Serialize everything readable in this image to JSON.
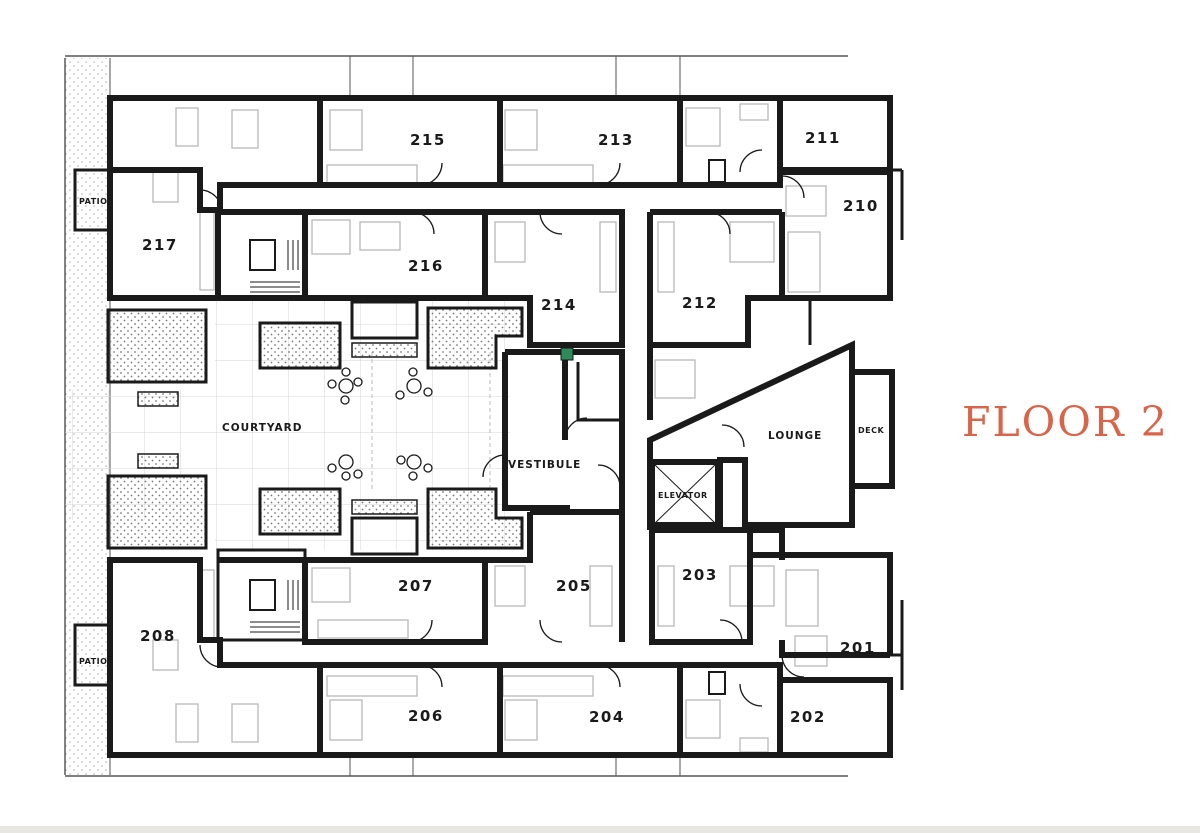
{
  "title": "FLOOR 2",
  "colors": {
    "title": "#d8654a",
    "walls": "#1a1a1a",
    "fixtures": "#b8b8b8"
  },
  "rooms": {
    "r201": "201",
    "r202": "202",
    "r203": "203",
    "r204": "204",
    "r205": "205",
    "r206": "206",
    "r207": "207",
    "r208": "208",
    "r210": "210",
    "r211": "211",
    "r212": "212",
    "r213": "213",
    "r214": "214",
    "r215": "215",
    "r216": "216",
    "r217": "217"
  },
  "spaces": {
    "courtyard": "COURTYARD",
    "vestibule": "VESTIBULE",
    "lounge": "LOUNGE",
    "deck": "DECK",
    "elevator": "ELEVATOR",
    "patio_top": "PATIO",
    "patio_bottom": "PATIO"
  }
}
